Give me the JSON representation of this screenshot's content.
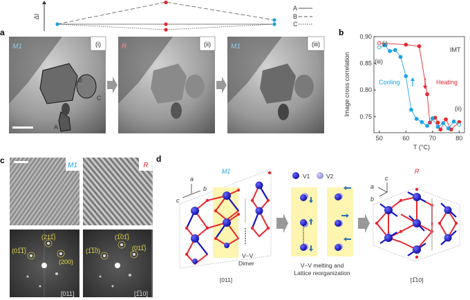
{
  "top_diagram": {
    "ylabel": "ΔI",
    "legend": [
      {
        "label": "A",
        "style": "solid"
      },
      {
        "label": "B",
        "style": "dashed"
      },
      {
        "label": "C",
        "style": "dotted"
      }
    ]
  },
  "panel_a": {
    "label": "a",
    "images": [
      {
        "phase": "M1",
        "index": "(i)",
        "regions": [
          "A",
          "B",
          "C"
        ]
      },
      {
        "phase": "R",
        "index": "(ii)"
      },
      {
        "phase": "M1",
        "index": "(iii)"
      }
    ]
  },
  "panel_b": {
    "label": "b"
  },
  "chart_data": {
    "type": "line",
    "title": "",
    "xlabel": "T (°C)",
    "ylabel": "Image cross correlation",
    "xlim": [
      48,
      82
    ],
    "ylim": [
      0.72,
      0.9
    ],
    "xticks": [
      "50",
      "60",
      "70",
      "80"
    ],
    "yticks": [
      "0.75",
      "0.80",
      "0.85",
      "0.90"
    ],
    "annotations": [
      "IMT",
      "(i)",
      "(ii)",
      "(iii)"
    ],
    "series": [
      {
        "name": "Heating",
        "color": "#e8262f",
        "x": [
          50,
          60,
          65,
          68,
          69,
          71,
          72,
          73,
          75,
          77,
          80
        ],
        "y": [
          0.888,
          0.885,
          0.882,
          0.792,
          0.739,
          0.748,
          0.739,
          0.726,
          0.745,
          0.726,
          0.74
        ],
        "open_first": true
      },
      {
        "name": "Cooling",
        "color": "#1aa3e6",
        "x": [
          80,
          78,
          76,
          74,
          72,
          70,
          68,
          66,
          64,
          62,
          60,
          58,
          56,
          54,
          52,
          50
        ],
        "y": [
          0.735,
          0.741,
          0.728,
          0.738,
          0.731,
          0.747,
          0.733,
          0.74,
          0.746,
          0.763,
          0.826,
          0.862,
          0.875,
          0.873,
          0.884,
          0.88
        ],
        "open_first": true,
        "open_last": true
      }
    ]
  },
  "panel_c": {
    "label": "c",
    "real": [
      {
        "phase": "M1"
      },
      {
        "phase": "R"
      }
    ],
    "fft": [
      {
        "spots": [
          "(211̅)",
          "(01̅1̅)",
          "(200)"
        ],
        "zone": "[011]"
      },
      {
        "spots": [
          "(1̅01̅)",
          "(1̅1̅0)",
          "(011̅)"
        ],
        "zone": "[1̅10]"
      }
    ]
  },
  "panel_d": {
    "label": "d",
    "m1": {
      "phase": "M1",
      "axes": [
        "a",
        "b",
        "c"
      ],
      "dimer": "V−V",
      "dimer2": "Dimer",
      "zone": "[011]"
    },
    "middle": {
      "v1": "V1",
      "v2": "V2",
      "caption1": "V−V melting and",
      "caption2": "Lattice reorganization"
    },
    "r": {
      "phase": "R",
      "axes": [
        "c",
        "a",
        "b"
      ],
      "zone": "[1̅10]"
    }
  },
  "colors": {
    "red": "#e8262f",
    "blue": "#1aa3e6",
    "vblue": "#1414c8",
    "yellow": "#fdf5b0"
  }
}
